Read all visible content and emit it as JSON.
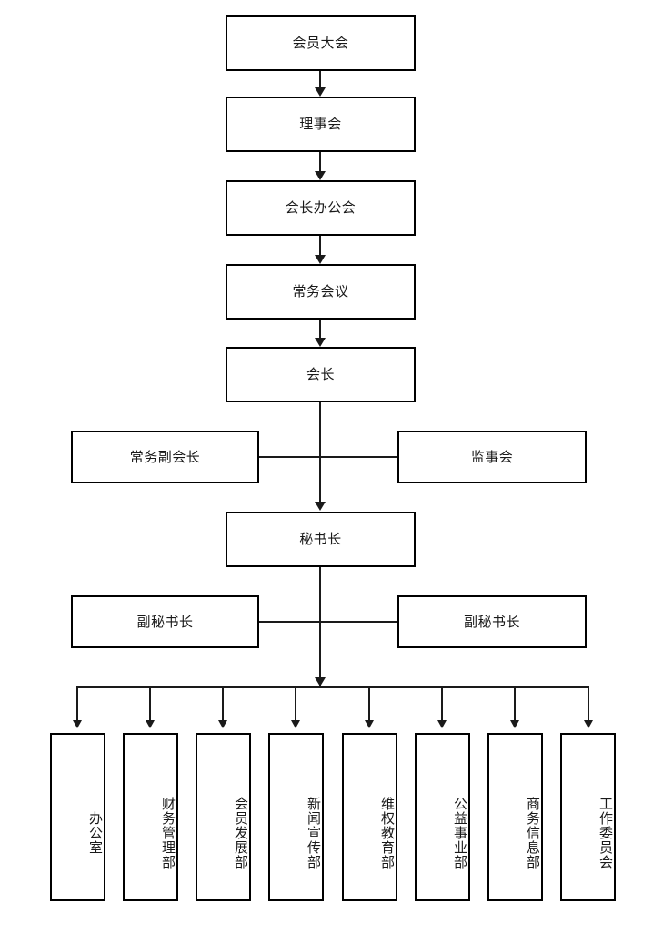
{
  "diagram": {
    "type": "organization-chart",
    "title": "",
    "orientation": "top-down",
    "colors": {
      "background": "#ffffff",
      "border": "#000000",
      "line": "#1a1a1a",
      "text": "#1a1a1a"
    }
  },
  "chain": [
    {
      "id": "member-assembly",
      "label": "会员大会"
    },
    {
      "id": "council",
      "label": "理事会"
    },
    {
      "id": "president-office-meeting",
      "label": "会长办公会"
    },
    {
      "id": "standing-meeting",
      "label": "常务会议"
    },
    {
      "id": "president",
      "label": "会长"
    },
    {
      "id": "secretary-general",
      "label": "秘书长"
    }
  ],
  "side_rows": [
    {
      "id": "president-peers",
      "left": {
        "id": "executive-vice-president",
        "label": "常务副会长"
      },
      "right": {
        "id": "supervisory-board",
        "label": "监事会"
      }
    },
    {
      "id": "secretary-peers",
      "left": {
        "id": "deputy-secretary-general-left",
        "label": "副秘书长"
      },
      "right": {
        "id": "deputy-secretary-general-right",
        "label": "副秘书长"
      }
    }
  ],
  "departments": [
    {
      "id": "office",
      "label": "办公室"
    },
    {
      "id": "finance-management",
      "label": "财务管理部"
    },
    {
      "id": "member-development",
      "label": "会员发展部"
    },
    {
      "id": "news-publicity",
      "label": "新闻宣传部"
    },
    {
      "id": "rights-education",
      "label": "维权教育部"
    },
    {
      "id": "public-welfare",
      "label": "公益事业部"
    },
    {
      "id": "business-information",
      "label": "商务信息部"
    },
    {
      "id": "work-committee",
      "label": "工作委员会"
    }
  ]
}
